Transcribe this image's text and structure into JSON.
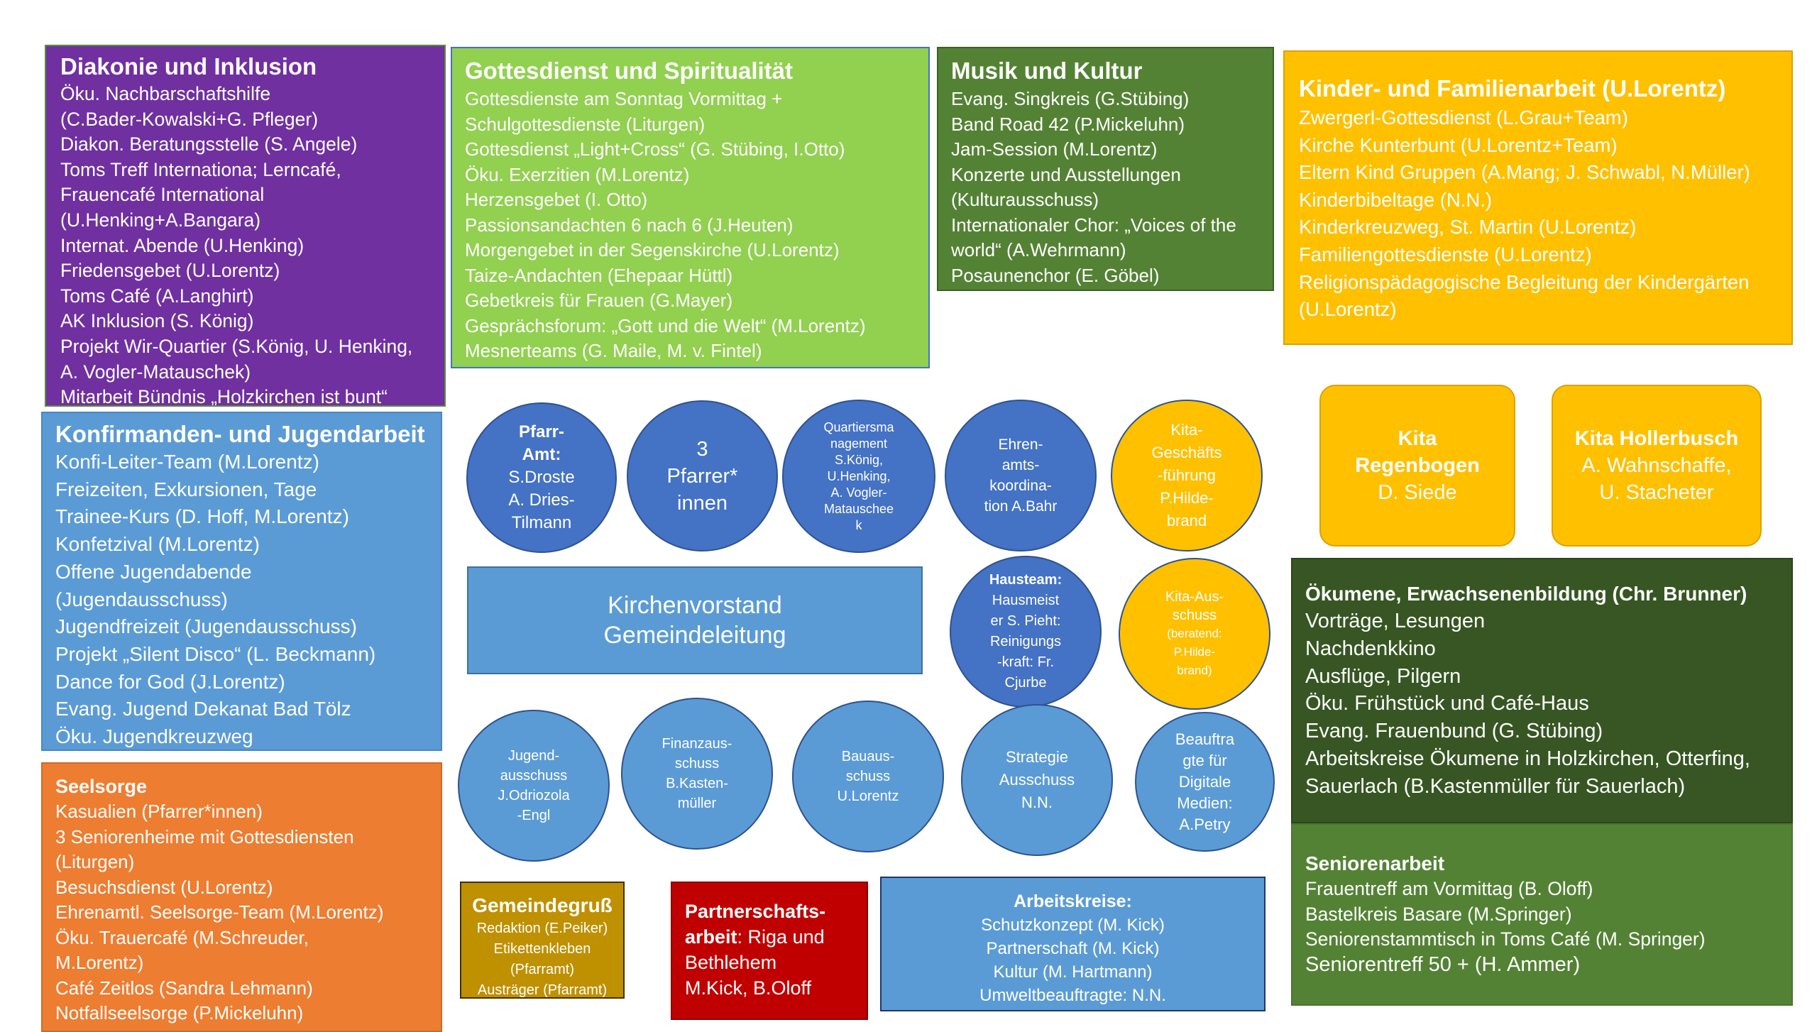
{
  "colors": {
    "purple": "#7030A0",
    "light_green": "#92D050",
    "dark_green": "#548235",
    "dark_green2": "#375623",
    "mid_green": "#4E8F2F",
    "orange_gold": "#FFC000",
    "blue": "#5B9BD5",
    "dark_blue": "#4472C4",
    "orange": "#ED7D31",
    "olive_gold": "#BF9000",
    "red": "#C00000"
  },
  "diakonie": {
    "title": "Diakonie und Inklusion",
    "lines": [
      "Öku. Nachbarschaftshilfe",
      "(C.Bader-Kowalski+G. Pfleger)",
      "Diakon. Beratungsstelle (S. Angele)",
      "Toms Treff Internationa; Lerncafé,",
      "Frauencafé International",
      "(U.Henking+A.Bangara)",
      "Internat. Abende (U.Henking)",
      "Friedensgebet (U.Lorentz)",
      "Toms Café  (A.Langhirt)",
      "AK Inklusion (S. König)",
      "Projekt Wir-Quartier (S.König, U. Henking,",
      "A. Vogler-Matauschek)",
      "Mitarbeit Bündnis „Holzkirchen ist bunt“"
    ]
  },
  "gottesdienst": {
    "title": "Gottesdienst und Spiritualität",
    "lines": [
      "Gottesdienste am Sonntag Vormittag +",
      "Schulgottesdienste (Liturgen)",
      "Gottesdienst „Light+Cross“ (G. Stübing, I.Otto)",
      "Öku. Exerzitien (M.Lorentz)",
      "Herzensgebet (I. Otto)",
      "Passionsandachten 6 nach 6  (J.Heuten)",
      "Morgengebet in der Segenskirche (U.Lorentz)",
      "Taize-Andachten (Ehepaar Hüttl)",
      "Gebetkreis für Frauen (G.Mayer)",
      "Gesprächsforum: „Gott und die Welt“ (M.Lorentz)",
      "Mesnerteams (G. Maile, M. v. Fintel)"
    ]
  },
  "musik": {
    "title": "Musik und Kultur",
    "lines": [
      "Evang. Singkreis (G.Stübing)",
      "Band Road 42 (P.Mickeluhn)",
      "Jam-Session (M.Lorentz)",
      "Konzerte und Ausstellungen",
      "(Kulturausschuss)",
      "Internationaler Chor: „Voices of the",
      "world“  (A.Wehrmann)",
      "Posaunenchor  (E. Göbel)"
    ]
  },
  "kinder": {
    "title": "Kinder- und Familienarbeit (U.Lorentz)",
    "lines": [
      "Zwergerl-Gottesdienst (L.Grau+Team)",
      "Kirche Kunterbunt (U.Lorentz+Team)",
      "Eltern Kind Gruppen (A.Mang; J. Schwabl, N.Müller)",
      "Kinderbibeltage (N.N.)",
      "Kinderkreuzweg, St. Martin (U.Lorentz)",
      "Familiengottesdienste (U.Lorentz)",
      "Religionspädagogische Begleitung der Kindergärten",
      "(U.Lorentz)"
    ]
  },
  "konfi": {
    "title": "Konfirmanden- und Jugendarbeit",
    "lines": [
      "Konfi-Leiter-Team (M.Lorentz)",
      "Freizeiten, Exkursionen, Tage",
      "Trainee-Kurs (D. Hoff, M.Lorentz)",
      "Konfetzival (M.Lorentz)",
      "Offene Jugendabende",
      "(Jugendausschuss)",
      "Jugendfreizeit (Jugendausschuss)",
      "Projekt „Silent Disco“ (L. Beckmann)",
      "Dance for God (J.Lorentz)",
      "Evang. Jugend Dekanat  Bad Tölz",
      "Öku. Jugendkreuzweg"
    ]
  },
  "seelsorge": {
    "title": "Seelsorge",
    "lines": [
      "Kasualien (Pfarrer*innen)",
      "3 Seniorenheime mit Gottesdiensten",
      "(Liturgen)",
      "Besuchsdienst (U.Lorentz)",
      "Ehrenamtl. Seelsorge-Team (M.Lorentz)",
      "Öku. Trauercafé (M.Schreuder,",
      "M.Lorentz)",
      "Café Zeitlos (Sandra Lehmann)",
      "Notfallseelsorge (P.Mickeluhn)"
    ]
  },
  "gemeindegruss": {
    "title": "Gemeindegruß",
    "lines": [
      "Redaktion (E.Peiker)",
      "Etikettenkleben",
      "(Pfarramt)",
      "Austräger (Pfarramt)"
    ]
  },
  "partnerschaft": {
    "title_part1": "Partnerschafts-",
    "title_part2": "arbeit",
    "line1_rest": ": Riga  und",
    "lines": [
      "Bethlehem",
      "M.Kick, B.Oloff"
    ]
  },
  "arbeitskreise": {
    "title": "Arbeitskreise:",
    "lines": [
      "Schutzkonzept (M. Kick)",
      "Partnerschaft (M. Kick)",
      "Kultur (M. Hartmann)",
      "Umweltbeauftragte: N.N."
    ]
  },
  "oekumene": {
    "title": "Ökumene, Erwachsenenbildung (Chr. Brunner)",
    "lines": [
      "Vorträge, Lesungen",
      "Nachdenkkino",
      "Ausflüge, Pilgern",
      "Öku. Frühstück und Café-Haus",
      "Evang. Frauenbund (G. Stübing)",
      "Arbeitskreise Ökumene in Holzkirchen, Otterfing,",
      "Sauerlach (B.Kastenmüller für Sauerlach)"
    ]
  },
  "senioren": {
    "title": "Seniorenarbeit",
    "lines": [
      "Frauentreff am Vormittag (B. Oloff)",
      "Bastelkreis Basare (M.Springer)",
      "Seniorenstammtisch in Toms Café (M. Springer)",
      "Seniorentreff 50 +  (H. Ammer)"
    ]
  },
  "kirchenvorstand": {
    "lines": [
      "Kirchenvorstand",
      "Gemeindeleitung"
    ]
  },
  "kita_regenbogen": {
    "lines": [
      "Kita",
      "Regenbogen",
      "D. Siede"
    ]
  },
  "kita_hollerbusch": {
    "lines": [
      "Kita Hollerbusch",
      "A. Wahnschaffe,",
      "U. Stacheter"
    ]
  },
  "circles": {
    "pfarramt": [
      "Pfarr-",
      "Amt:",
      "S.Droste",
      "A. Dries-",
      "Tilmann"
    ],
    "pfarrer": [
      "3",
      "Pfarrer*",
      "innen"
    ],
    "quartier": [
      "Quartiersma",
      "nagement",
      "S.König,",
      "U.Henking,",
      "A. Vogler-",
      "Matauschee",
      "k"
    ],
    "ehrenamt": [
      "Ehren-",
      "amts-",
      "koordina-",
      "tion A.Bahr"
    ],
    "kita_gf": [
      "Kita-",
      "Geschäfts",
      "-führung",
      "P.Hilde-",
      "brand"
    ],
    "hausteam": [
      "Hausteam:",
      "Hausmeist",
      "er S. Pieht:",
      "Reinigungs",
      "-kraft: Fr.",
      "Cjurbe"
    ],
    "kita_aus": [
      "Kita-Aus-",
      "schuss",
      "(beratend:",
      "P.Hilde-",
      "brand)"
    ],
    "jugend": [
      "Jugend-",
      "ausschuss",
      "J.Odriozola",
      "-Engl"
    ],
    "finanz": [
      "Finanzaus-",
      "schuss",
      "B.Kasten-",
      "müller"
    ],
    "bau": [
      "Bauaus-",
      "schuss",
      "U.Lorentz"
    ],
    "strategie": [
      "Strategie",
      "Ausschuss",
      "N.N."
    ],
    "digital": [
      "Beauftra",
      "gte für",
      "Digitale",
      "Medien:",
      "A.Petry"
    ]
  }
}
